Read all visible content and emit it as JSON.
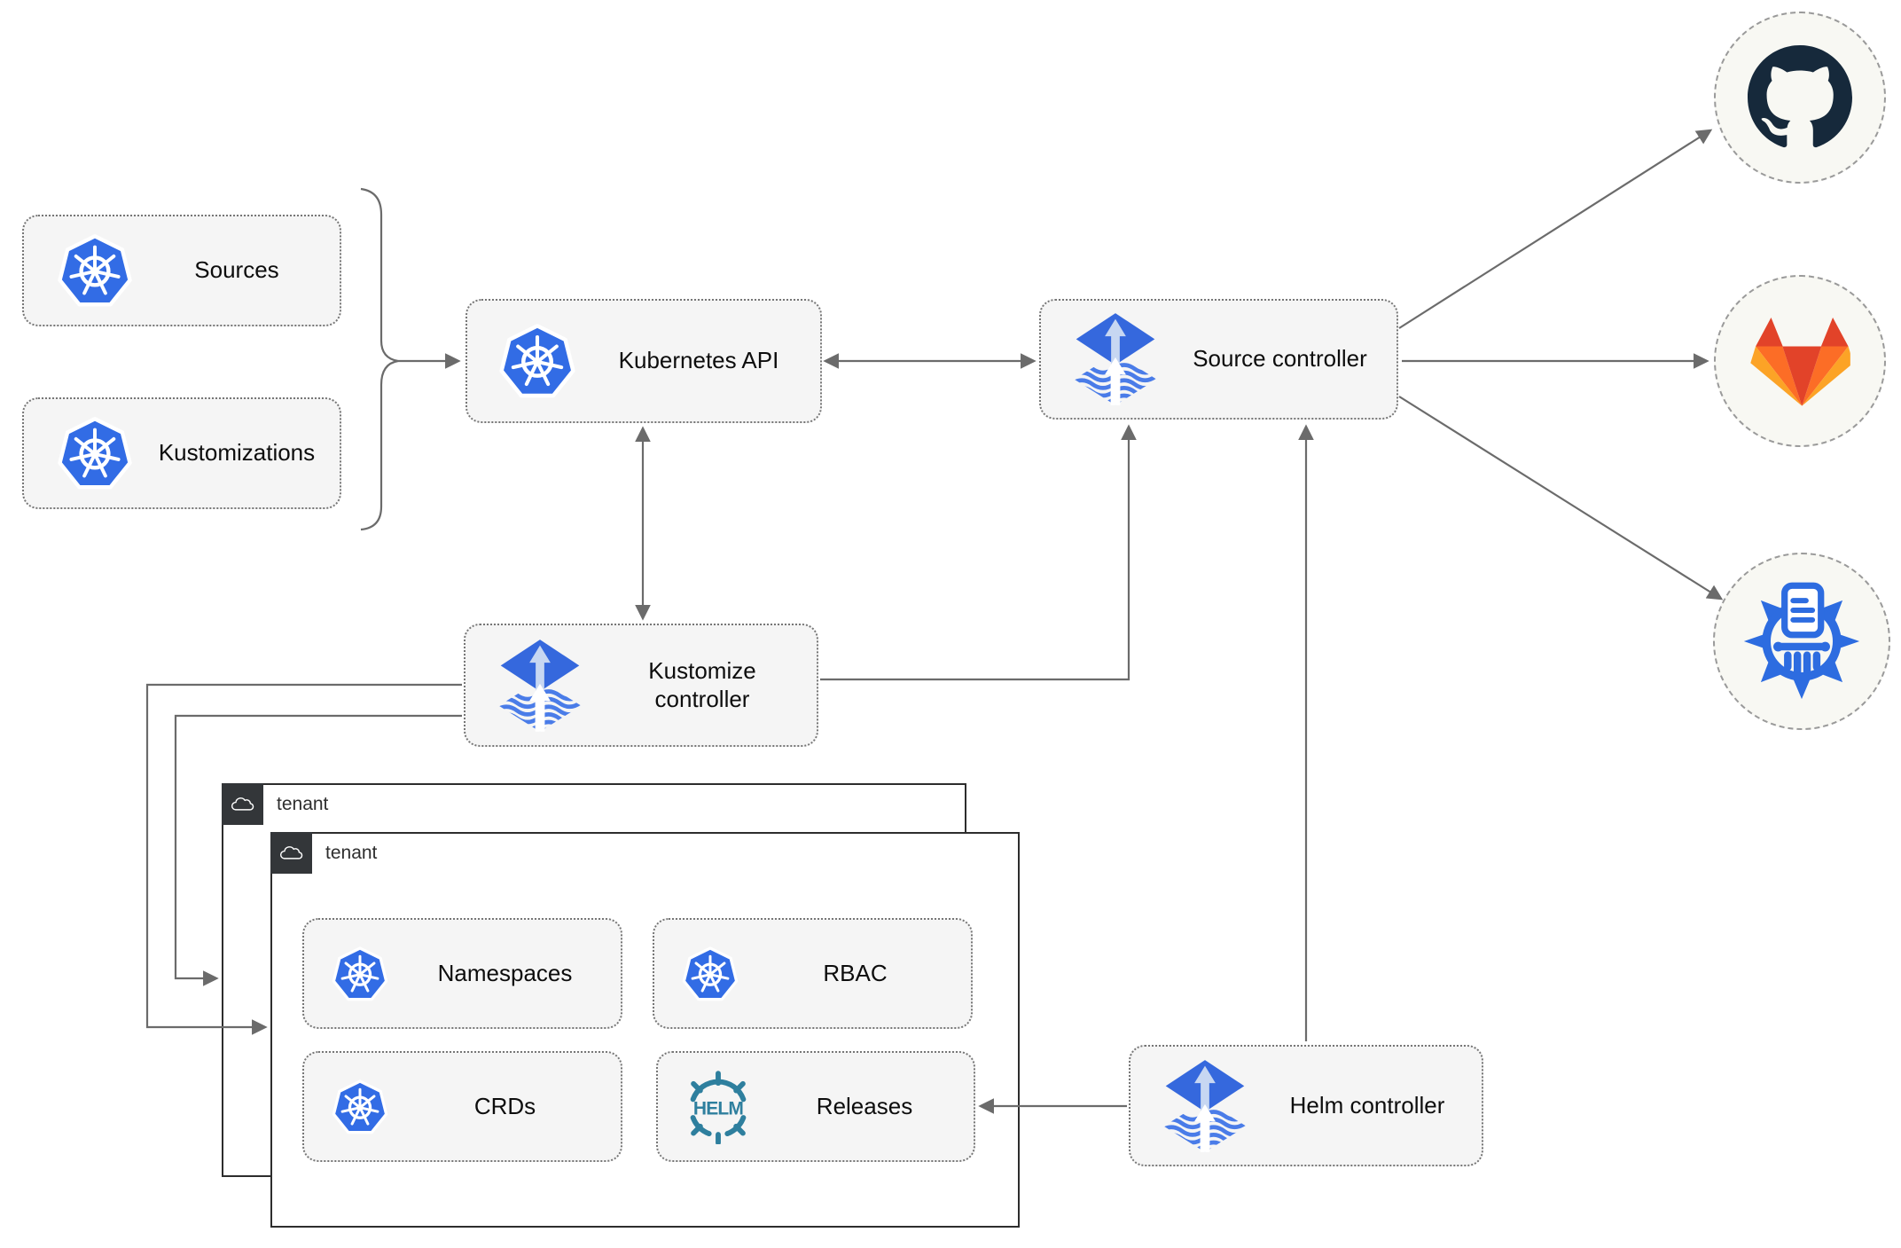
{
  "diagram": {
    "nodes": {
      "sources": {
        "label": "Sources",
        "icon": "kubernetes"
      },
      "kustomizations": {
        "label": "Kustomizations",
        "icon": "kubernetes"
      },
      "kubernetes_api": {
        "label": "Kubernetes API",
        "icon": "kubernetes"
      },
      "source_controller": {
        "label": "Source controller",
        "icon": "flux"
      },
      "kustomize_controller": {
        "label": "Kustomize controller",
        "icon": "flux"
      },
      "helm_controller": {
        "label": "Helm controller",
        "icon": "flux"
      },
      "namespaces": {
        "label": "Namespaces",
        "icon": "kubernetes"
      },
      "rbac": {
        "label": "RBAC",
        "icon": "kubernetes"
      },
      "crds": {
        "label": "CRDs",
        "icon": "kubernetes"
      },
      "releases": {
        "label": "Releases",
        "icon": "helm-wheel",
        "icon_text": "HELM"
      }
    },
    "groups": {
      "tenant_back": {
        "label": "tenant",
        "icon": "cloud"
      },
      "tenant_front": {
        "label": "tenant",
        "icon": "cloud"
      }
    },
    "external": {
      "github": {
        "icon": "github-mark"
      },
      "gitlab": {
        "icon": "gitlab-fox"
      },
      "chartmuseum": {
        "icon": "chartmuseum-wheel"
      }
    },
    "colors": {
      "kubernetes_blue": "#326ce5",
      "flux_blue": "#3568dd",
      "flux_arrow_light": "#c7d7f2",
      "helm_teal": "#2e7f9e",
      "github_dark": "#16293b",
      "gitlab_red": "#e24329",
      "gitlab_orange": "#fc6d26",
      "gitlab_amber": "#fca326",
      "chartmuseum_blue": "#2d6ce0",
      "node_fill": "#f5f5f5",
      "edge_gray": "#6b6b6b",
      "tenant_header": "#333639"
    }
  }
}
